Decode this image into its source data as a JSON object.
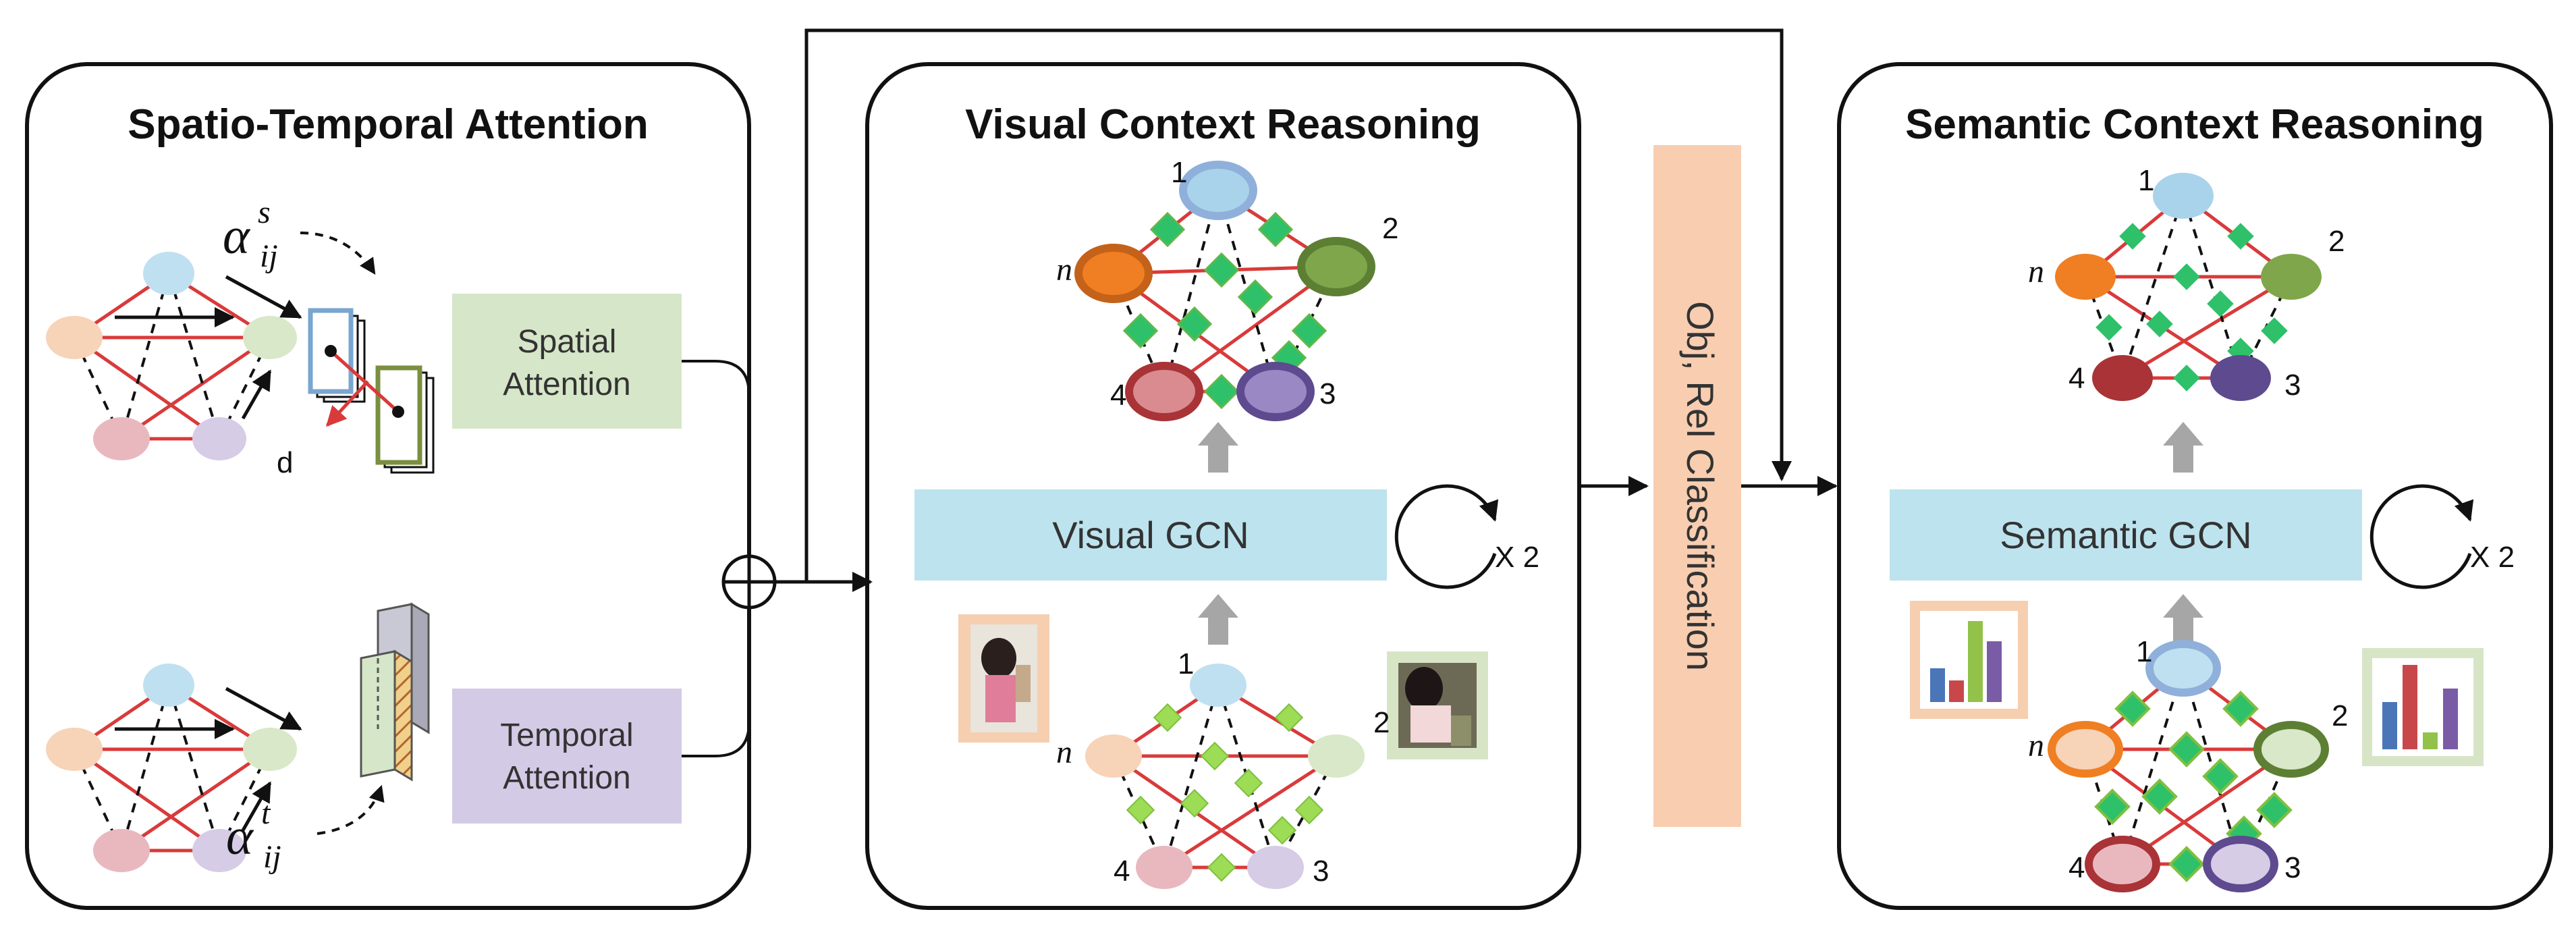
{
  "panels": {
    "attention": {
      "title": "Spatio-Temporal Attention"
    },
    "visual": {
      "title": "Visual Context Reasoning"
    },
    "semantic": {
      "title": "Semantic Context Reasoning"
    }
  },
  "attention": {
    "spatial_label_line1": "Spatial",
    "spatial_label_line2": "Attention",
    "temporal_label_line1": "Temporal",
    "temporal_label_line2": "Attention",
    "alpha_symbol": "α",
    "alpha_spatial_sup": "s",
    "alpha_temporal_sup": "t",
    "alpha_sub": "ij",
    "distance_label": "d"
  },
  "visual": {
    "gcn_label": "Visual GCN",
    "repeat_label": "X 2"
  },
  "semantic": {
    "gcn_label": "Semantic GCN",
    "repeat_label": "X 2"
  },
  "classifier": {
    "label": "Obj, Rel Classification"
  },
  "graph_node_labels": {
    "n1": "1",
    "n2": "2",
    "n3": "3",
    "n4": "4",
    "nn": "n"
  },
  "colors": {
    "attention_node_top": "#bfe0f0",
    "attention_node_left": "#f7d3b8",
    "attention_node_right": "#d8e8c8",
    "attention_node_bottom_left": "#e9b8bf",
    "attention_node_bottom_right": "#d6cce6",
    "edge_red": "#d93a3a",
    "diamond_green": "#2ec16a",
    "diamond_light_green": "#9ddc55",
    "gcn_box": "#bde3ee",
    "spatial_box": "#d6e6c8",
    "temporal_box": "#d3cbe5",
    "classifier_box": "#f8cdb0",
    "node_blue": "#a9d3ea",
    "node_orange": "#ef7f22",
    "node_green": "#7fa64a",
    "node_maroon": "#a93337",
    "node_purple": "#5e4a8f",
    "bar_blue": "#4a76b8",
    "bar_red": "#c8474a",
    "bar_green": "#93c24a",
    "bar_purple": "#7a5ca6"
  }
}
